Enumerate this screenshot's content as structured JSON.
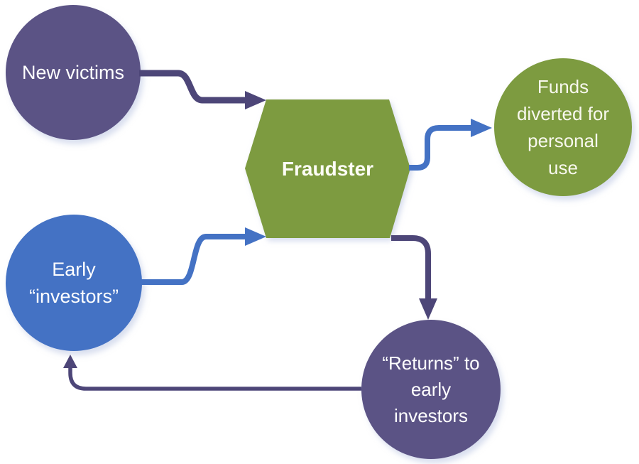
{
  "diagram": {
    "background": "#ffffff",
    "nodes": {
      "new_victims": {
        "shape": "circle",
        "fill": "#5b5385",
        "lines": [
          "New victims"
        ]
      },
      "early_investors": {
        "shape": "circle",
        "fill": "#4472c4",
        "lines": [
          "Early",
          "“investors”"
        ]
      },
      "fraudster": {
        "shape": "hexagon",
        "fill": "#7d9b40",
        "lines": [
          "Fraudster"
        ]
      },
      "funds_diverted": {
        "shape": "circle",
        "fill": "#7d9b40",
        "lines": [
          "Funds",
          "diverted for",
          "personal",
          "use"
        ]
      },
      "returns": {
        "shape": "circle",
        "fill": "#5b5385",
        "lines": [
          "“Returns” to",
          "early",
          "investors"
        ]
      }
    },
    "edges": [
      {
        "from": "new_victims",
        "to": "fraudster",
        "color": "#4d4678",
        "style": "thick-s-curve"
      },
      {
        "from": "early_investors",
        "to": "fraudster",
        "color": "#4472c4",
        "style": "thick-s-curve"
      },
      {
        "from": "fraudster",
        "to": "funds_diverted",
        "color": "#4472c4",
        "style": "thick-s-curve"
      },
      {
        "from": "fraudster",
        "to": "returns",
        "color": "#4d4678",
        "style": "thick-elbow-down"
      },
      {
        "from": "returns",
        "to": "early_investors",
        "color": "#4d4678",
        "style": "thin-loop-left"
      }
    ]
  }
}
